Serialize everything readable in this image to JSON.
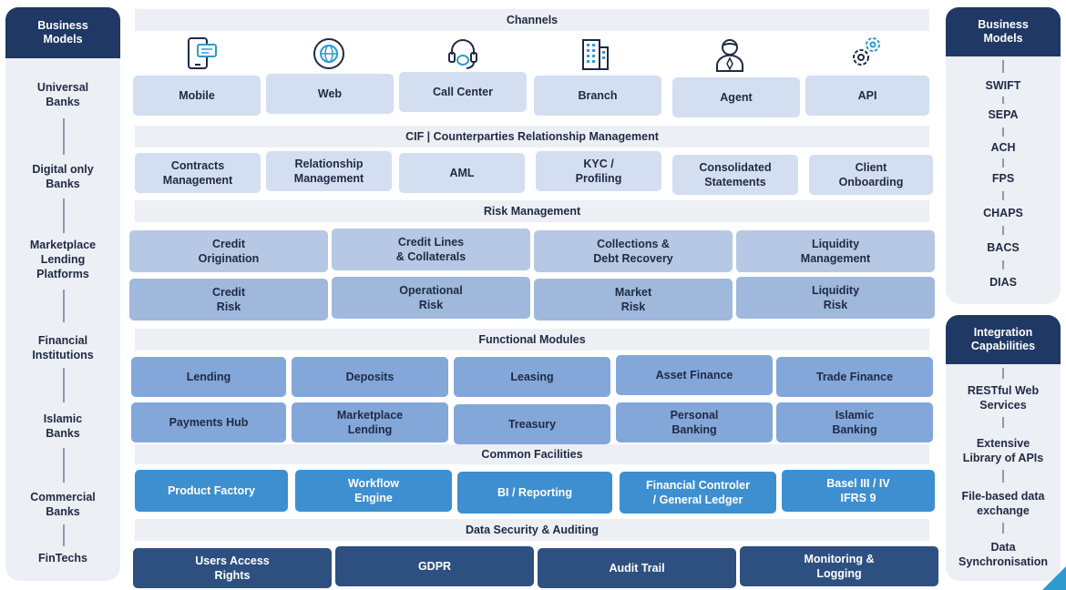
{
  "left_panel": {
    "header": [
      "Business",
      "Models"
    ],
    "items": [
      [
        "Universal",
        "Banks"
      ],
      [
        "Digital only",
        "Banks"
      ],
      [
        "Marketplace",
        "Lending",
        "Platforms"
      ],
      [
        "Financial",
        "Institutions"
      ],
      [
        "Islamic",
        "Banks"
      ],
      [
        "Commercial",
        "Banks"
      ],
      [
        "FinTechs"
      ]
    ]
  },
  "right_top": {
    "header": [
      "Business",
      "Models"
    ],
    "items": [
      "SWIFT",
      "SEPA",
      "ACH",
      "FPS",
      "CHAPS",
      "BACS",
      "DIAS"
    ]
  },
  "right_bottom": {
    "header": [
      "Integration",
      "Capabilities"
    ],
    "items": [
      [
        "RESTful Web",
        "Services"
      ],
      [
        "Extensive",
        "Library of APIs"
      ],
      [
        "File-based data",
        "exchange"
      ],
      [
        "Data",
        "Synchronisation"
      ]
    ]
  },
  "channels": {
    "title": "Channels",
    "items": [
      {
        "label": "Mobile",
        "icon": "mobile-chat-icon"
      },
      {
        "label": "Web",
        "icon": "globe-icon"
      },
      {
        "label": "Call Center",
        "icon": "headset-icon"
      },
      {
        "label": "Branch",
        "icon": "building-icon"
      },
      {
        "label": "Agent",
        "icon": "agent-icon"
      },
      {
        "label": "API",
        "icon": "gears-icon"
      }
    ]
  },
  "cif": {
    "title": "CIF | Counterparties Relationship Management",
    "items": [
      [
        "Contracts",
        "Management"
      ],
      [
        "Relationship",
        "Management"
      ],
      [
        "AML"
      ],
      [
        "KYC /",
        "Profiling"
      ],
      [
        "Consolidated",
        "Statements"
      ],
      [
        "Client",
        "Onboarding"
      ]
    ]
  },
  "risk": {
    "title": "Risk Management",
    "row1": [
      [
        "Credit",
        "Origination"
      ],
      [
        "Credit Lines",
        "& Collaterals"
      ],
      [
        "Collections &",
        "Debt Recovery"
      ],
      [
        "Liquidity",
        "Management"
      ]
    ],
    "row2": [
      [
        "Credit",
        "Risk"
      ],
      [
        "Operational",
        "Risk"
      ],
      [
        "Market",
        "Risk"
      ],
      [
        "Liquidity",
        "Risk"
      ]
    ]
  },
  "functional": {
    "title": "Functional Modules",
    "row1": [
      [
        "Lending"
      ],
      [
        "Deposits"
      ],
      [
        "Leasing"
      ],
      [
        "Asset Finance"
      ],
      [
        "Trade Finance"
      ]
    ],
    "row2": [
      [
        "Payments Hub"
      ],
      [
        "Marketplace",
        "Lending"
      ],
      [
        "Treasury"
      ],
      [
        "Personal",
        "Banking"
      ],
      [
        "Islamic",
        "Banking"
      ]
    ]
  },
  "common": {
    "title": "Common Facilities",
    "items": [
      [
        "Product Factory"
      ],
      [
        "Workflow",
        "Engine"
      ],
      [
        "BI / Reporting"
      ],
      [
        "Financial Controler",
        "/ General Ledger"
      ],
      [
        "Basel III / IV",
        "IFRS 9"
      ]
    ]
  },
  "security": {
    "title": "Data Security & Auditing",
    "items": [
      [
        "Users Access",
        "Rights"
      ],
      [
        "GDPR"
      ],
      [
        "Audit Trail"
      ],
      [
        "Monitoring &",
        "Logging"
      ]
    ]
  },
  "colors": {
    "navy": "#1f3864",
    "light_blue": "#d3dff0",
    "mid_blue": "#83a7d9",
    "bright_blue": "#3d8fd0",
    "dark_blue": "#2e5081",
    "panel_gray": "#eceff3"
  }
}
